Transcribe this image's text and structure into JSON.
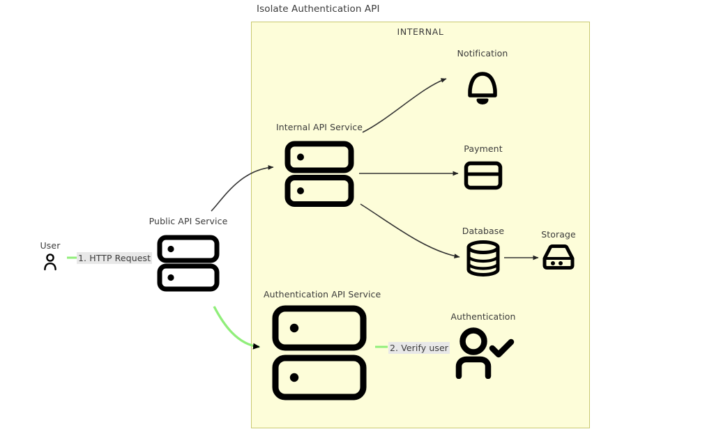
{
  "diagram": {
    "title": "Isolate Authentication API",
    "boundary": {
      "label": "INTERNAL",
      "fill": "#fdfdd9",
      "border": "#c8c86e"
    },
    "colors": {
      "stroke": "#000000",
      "edge": "#333333",
      "flow_green": "#90ee7a",
      "text": "#3a3a3a",
      "label_highlight": "#e8e8e8"
    },
    "nodes": [
      {
        "id": "user",
        "label": "User",
        "icon": "user-icon"
      },
      {
        "id": "public-api-service",
        "label": "Public API Service",
        "icon": "server-icon"
      },
      {
        "id": "internal-api-service",
        "label": "Internal API Service",
        "icon": "server-icon"
      },
      {
        "id": "authentication-api-service",
        "label": "Authentication API Service",
        "icon": "server-icon"
      },
      {
        "id": "notification",
        "label": "Notification",
        "icon": "bell-icon"
      },
      {
        "id": "payment",
        "label": "Payment",
        "icon": "credit-card-icon"
      },
      {
        "id": "database",
        "label": "Database",
        "icon": "database-icon"
      },
      {
        "id": "storage",
        "label": "Storage",
        "icon": "storage-icon"
      },
      {
        "id": "authentication",
        "label": "Authentication",
        "icon": "user-check-icon"
      }
    ],
    "edges": [
      {
        "id": "user-to-public",
        "from": "user",
        "to": "public-api-service",
        "label": "1. HTTP Request",
        "style": "green"
      },
      {
        "id": "public-to-internal",
        "from": "public-api-service",
        "to": "internal-api-service",
        "label": "",
        "style": "dark"
      },
      {
        "id": "public-to-auth",
        "from": "public-api-service",
        "to": "authentication-api-service",
        "label": "",
        "style": "green"
      },
      {
        "id": "internal-to-notification",
        "from": "internal-api-service",
        "to": "notification",
        "label": "",
        "style": "dark"
      },
      {
        "id": "internal-to-payment",
        "from": "internal-api-service",
        "to": "payment",
        "label": "",
        "style": "dark"
      },
      {
        "id": "internal-to-database",
        "from": "internal-api-service",
        "to": "database",
        "label": "",
        "style": "dark"
      },
      {
        "id": "database-to-storage",
        "from": "database",
        "to": "storage",
        "label": "",
        "style": "dark"
      },
      {
        "id": "auth-to-authentication",
        "from": "authentication-api-service",
        "to": "authentication",
        "label": "2. Verify user",
        "style": "green"
      }
    ]
  }
}
